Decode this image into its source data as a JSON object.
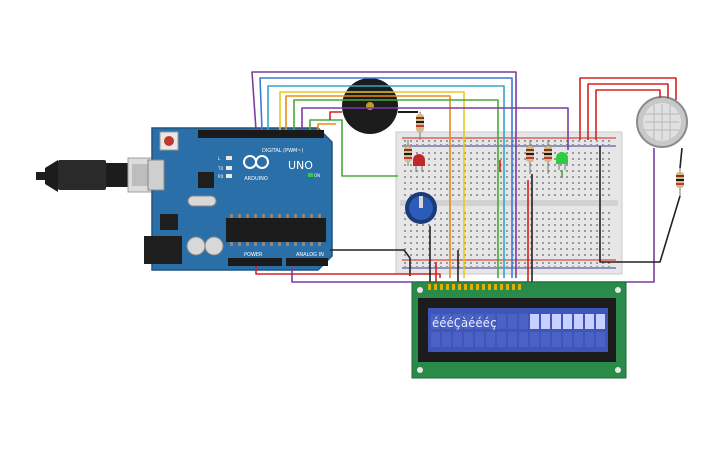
{
  "arduino": {
    "brand_label": "UNO",
    "logo_label": "ARDUINO",
    "digital_label": "DIGITAL (PWM~)",
    "power_label": "POWER",
    "analog_label": "ANALOG IN",
    "on_label": "ON",
    "tx_label": "TX",
    "rx_label": "RX",
    "l_label": "L"
  },
  "lcd": {
    "display_text": "éééÇàéééç"
  },
  "colors": {
    "arduino_board": "#2b6fa8",
    "breadboard": "#e6e6e6",
    "lcd_pcb": "#2a8a4a",
    "lcd_screen": "#3f56b8",
    "wire_red": "#d62020",
    "wire_black": "#222222",
    "wire_purple": "#7a3ca0",
    "wire_blue": "#3a7bd5",
    "wire_cyan": "#30a8c8",
    "wire_green": "#48a838",
    "wire_orange": "#e88a1a",
    "wire_yellow": "#e8c81a"
  }
}
